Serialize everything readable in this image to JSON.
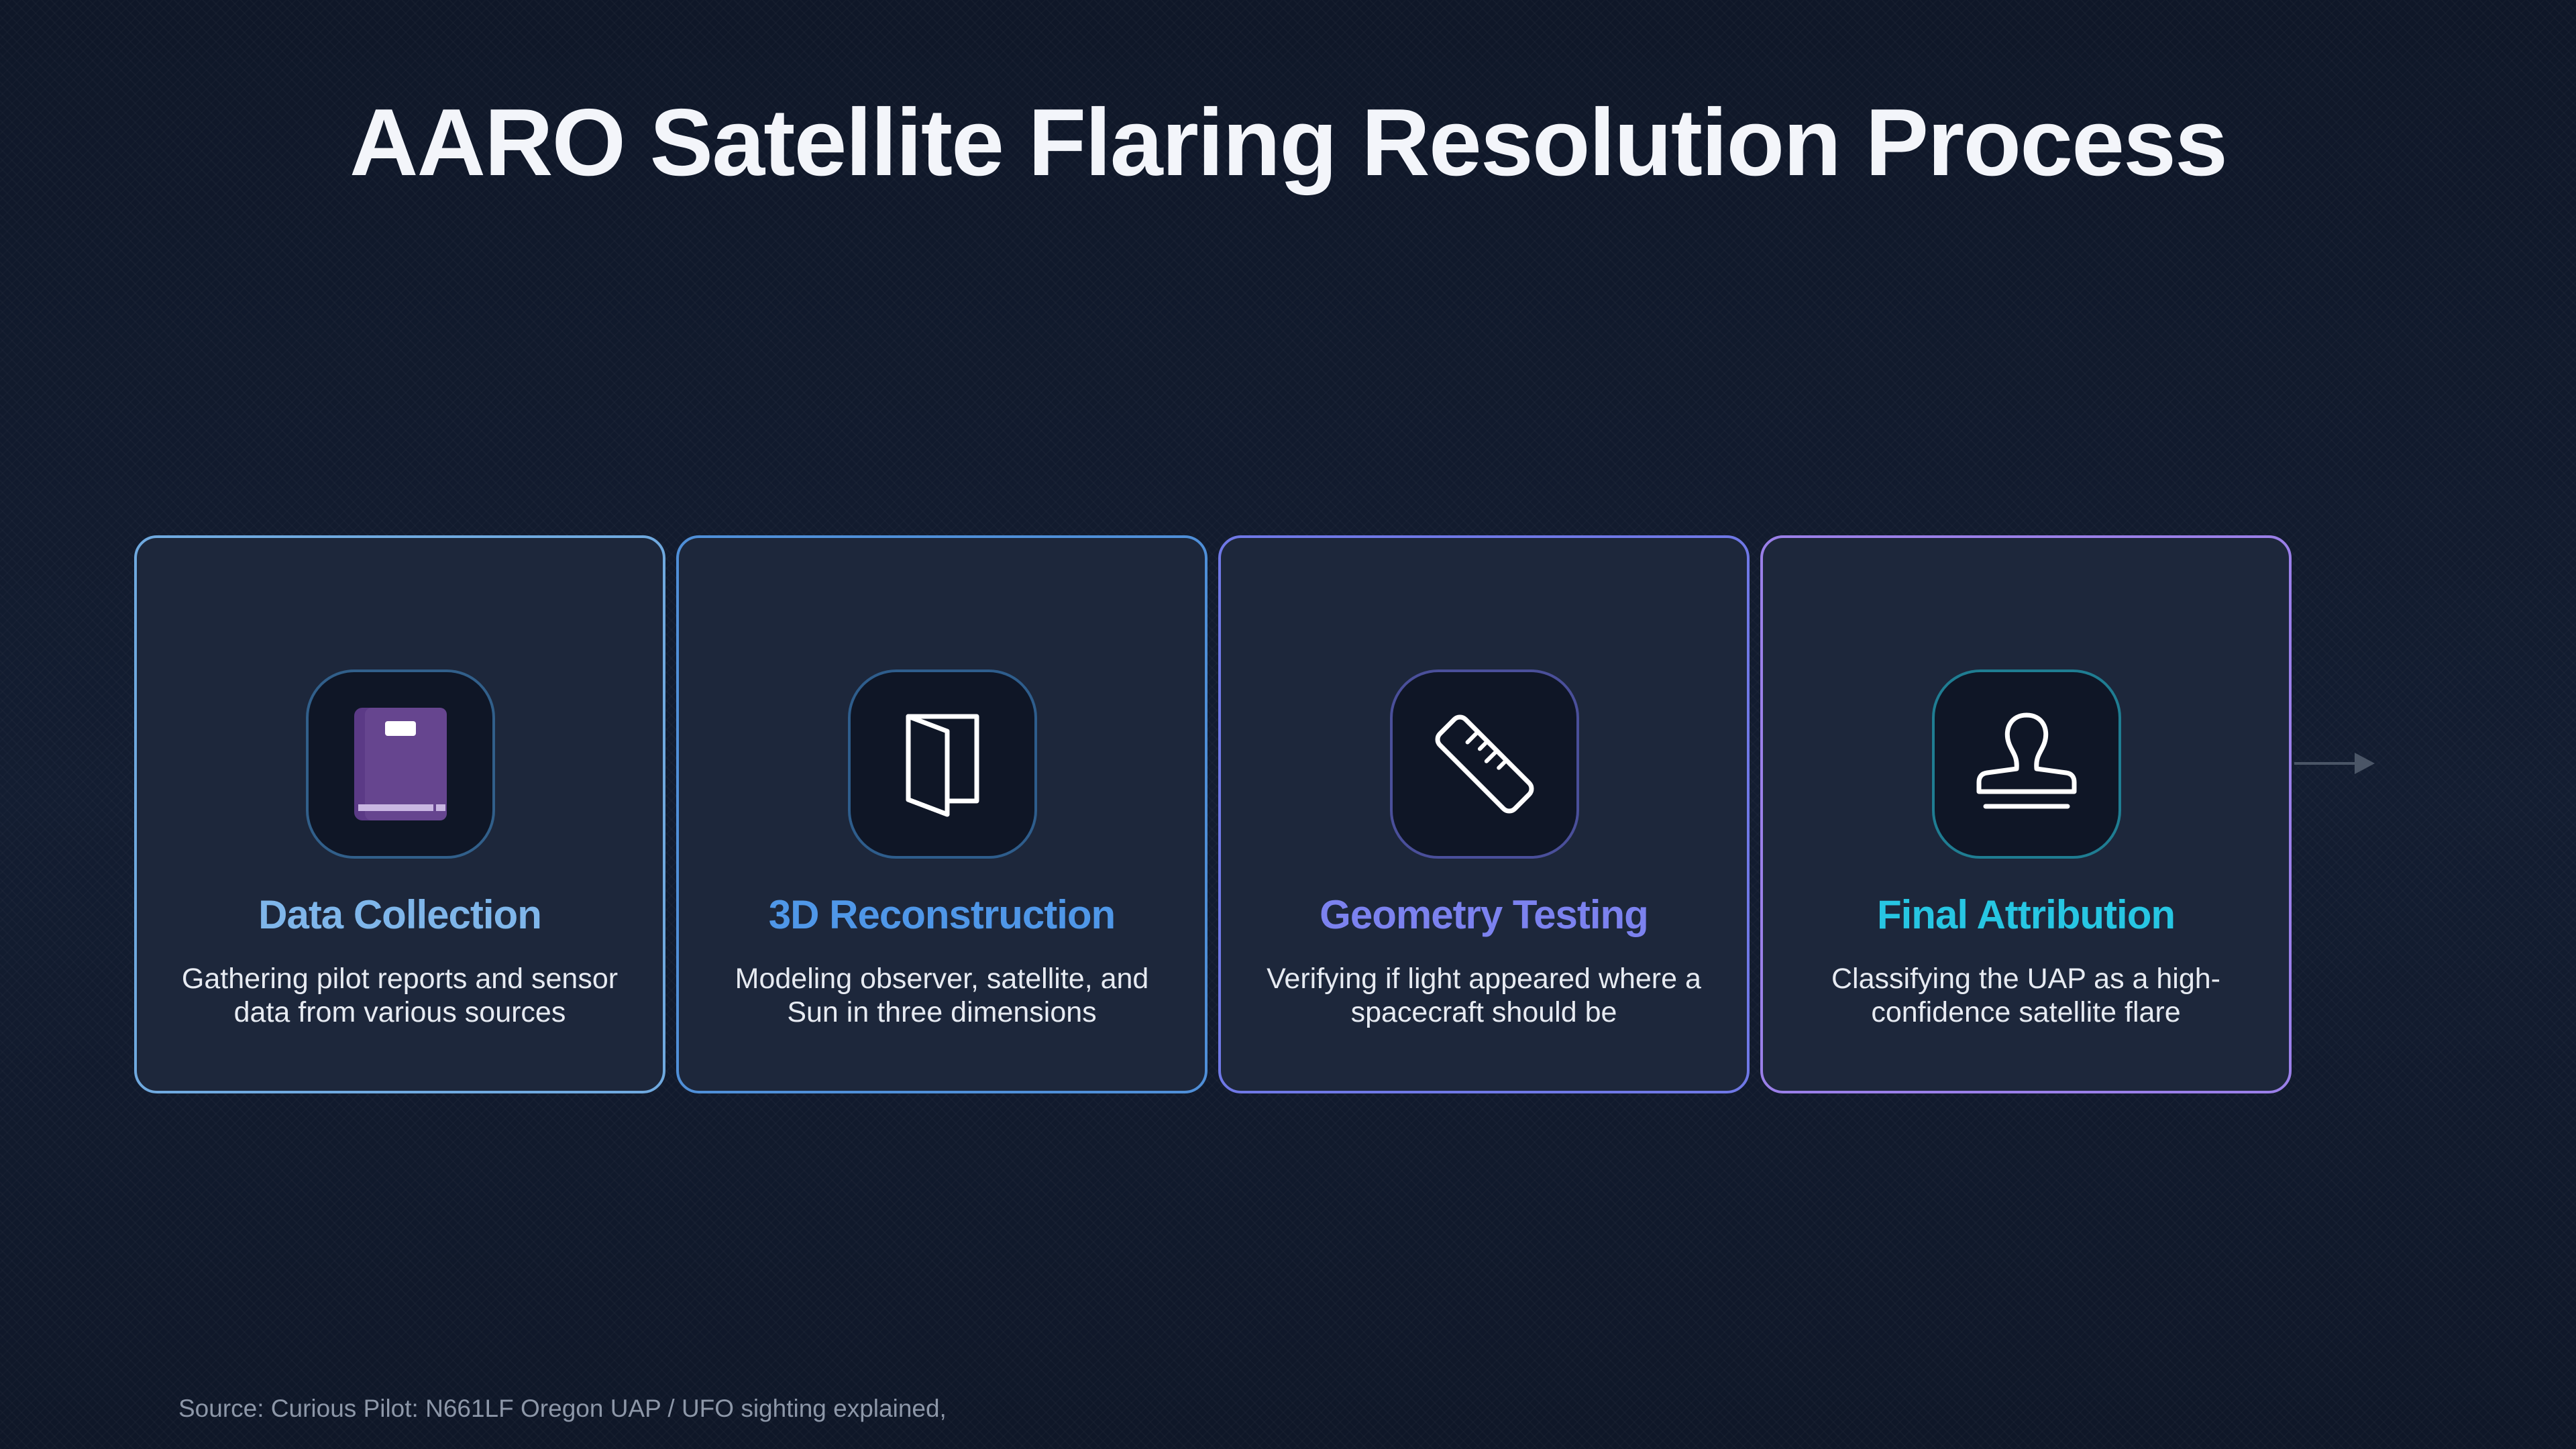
{
  "title": "AARO Satellite Flaring Resolution Process",
  "steps": [
    {
      "title": "Data Collection",
      "description": "Gathering pilot reports and sensor data from various sources",
      "icon": "book-icon",
      "accent": "#7fb6ea"
    },
    {
      "title": "3D Reconstruction",
      "description": "Modeling observer, satellite, and Sun in three dimensions",
      "icon": "map-fold-icon",
      "accent": "#4f97e8"
    },
    {
      "title": "Geometry Testing",
      "description": "Verifying if light appeared where a spacecraft should be",
      "icon": "ruler-icon",
      "accent": "#7c82ef"
    },
    {
      "title": "Final Attribution",
      "description": "Classifying the UAP as a high-confidence satellite flare",
      "icon": "stamp-icon",
      "accent": "#27c6e3"
    }
  ],
  "source": "Source: Curious Pilot: N661LF Oregon UAP / UFO sighting explained,",
  "colors": {
    "background": "#111a2c",
    "card": "#1d273b",
    "icon_box": "#0f1626",
    "connector": "#6b7585"
  }
}
